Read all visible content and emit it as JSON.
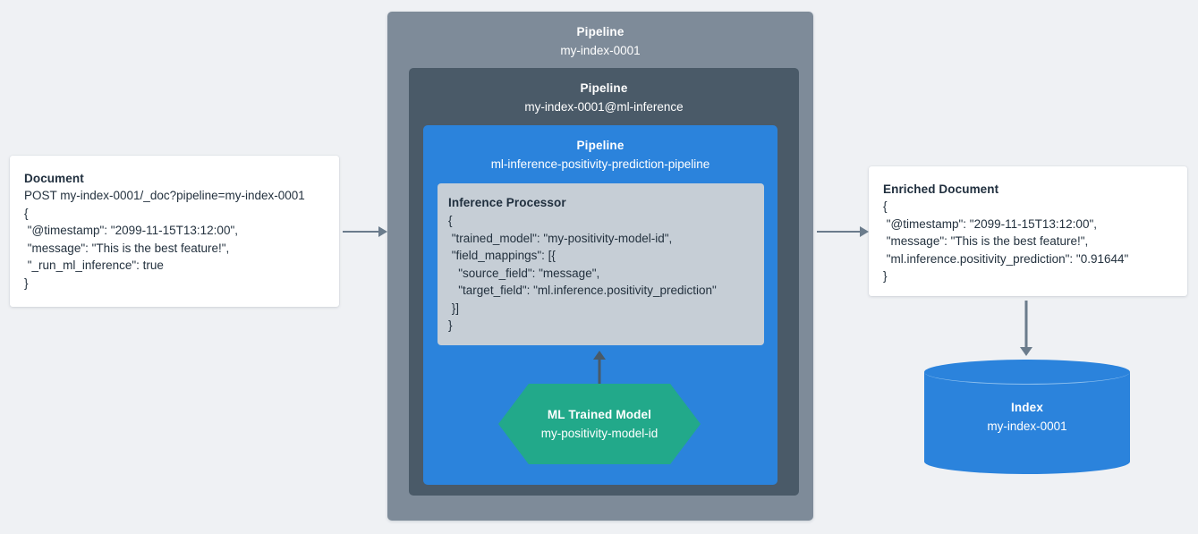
{
  "colors": {
    "background": "#eff1f4",
    "pipeline_outer": "#7e8b99",
    "pipeline_mid": "#4a5a68",
    "pipeline_inner": "#2b83dc",
    "processor": "#c6ced6",
    "ml_model": "#22a98a",
    "index": "#2b83dc",
    "arrow": "#6b7c8c",
    "card": "#ffffff",
    "text": "#24323f"
  },
  "document_card": {
    "title": "Document",
    "lines": [
      "POST my-index-0001/_doc?pipeline=my-index-0001",
      "{",
      " \"@timestamp\": \"2099-11-15T13:12:00\",",
      " \"message\": \"This is the best feature!\",",
      " \"_run_ml_inference\": true",
      "}"
    ]
  },
  "pipelines": {
    "outer": {
      "kind": "Pipeline",
      "name": "my-index-0001"
    },
    "mid": {
      "kind": "Pipeline",
      "name": "my-index-0001@ml-inference"
    },
    "inner": {
      "kind": "Pipeline",
      "name": "ml-inference-positivity-prediction-pipeline"
    }
  },
  "inference_processor": {
    "title": "Inference Processor",
    "lines": [
      "{",
      " \"trained_model\": \"my-positivity-model-id\",",
      " \"field_mappings\": [{",
      "   \"source_field\": \"message\",",
      "   \"target_field\": \"ml.inference.positivity_prediction\"",
      " }]",
      "}"
    ]
  },
  "ml_model": {
    "kind": "ML Trained Model",
    "name": "my-positivity-model-id"
  },
  "enriched_card": {
    "title": "Enriched Document",
    "lines": [
      "{",
      " \"@timestamp\": \"2099-11-15T13:12:00\",",
      " \"message\": \"This is the best feature!\",",
      " \"ml.inference.positivity_prediction\": \"0.91644\"",
      "}"
    ]
  },
  "index": {
    "kind": "Index",
    "name": "my-index-0001"
  },
  "arrows": [
    {
      "id": "doc-to-pipeline",
      "direction": "right"
    },
    {
      "id": "pipeline-to-enriched",
      "direction": "right"
    },
    {
      "id": "enriched-to-index",
      "direction": "down"
    },
    {
      "id": "model-to-processor",
      "direction": "up"
    }
  ]
}
